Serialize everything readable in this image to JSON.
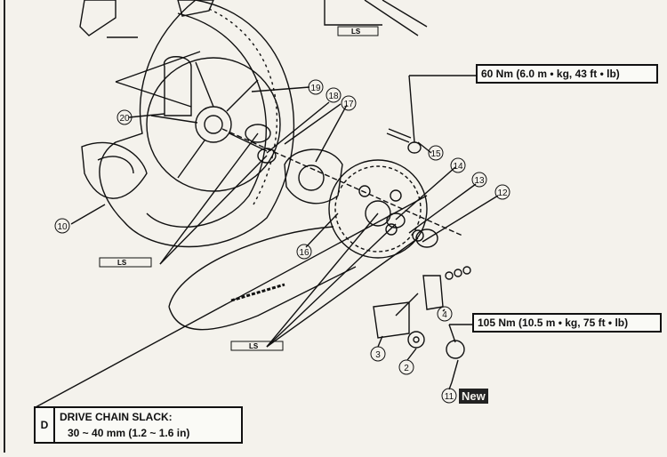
{
  "torque_specs": {
    "top": "60 Nm (6.0 m • kg, 43 ft • lb)",
    "bottom": "105 Nm (10.5 m • kg, 75 ft • lb)"
  },
  "drive_chain": {
    "letter": "D",
    "title": "DRIVE CHAIN SLACK:",
    "value": "30 ~ 40 mm (1.2 ~ 1.6 in)"
  },
  "new_label": "New",
  "lubricant_symbol": "LS",
  "part_numbers": [
    "20",
    "19",
    "18",
    "17",
    "15",
    "14",
    "13",
    "12",
    "10",
    "16",
    "4",
    "3",
    "2",
    "11"
  ]
}
